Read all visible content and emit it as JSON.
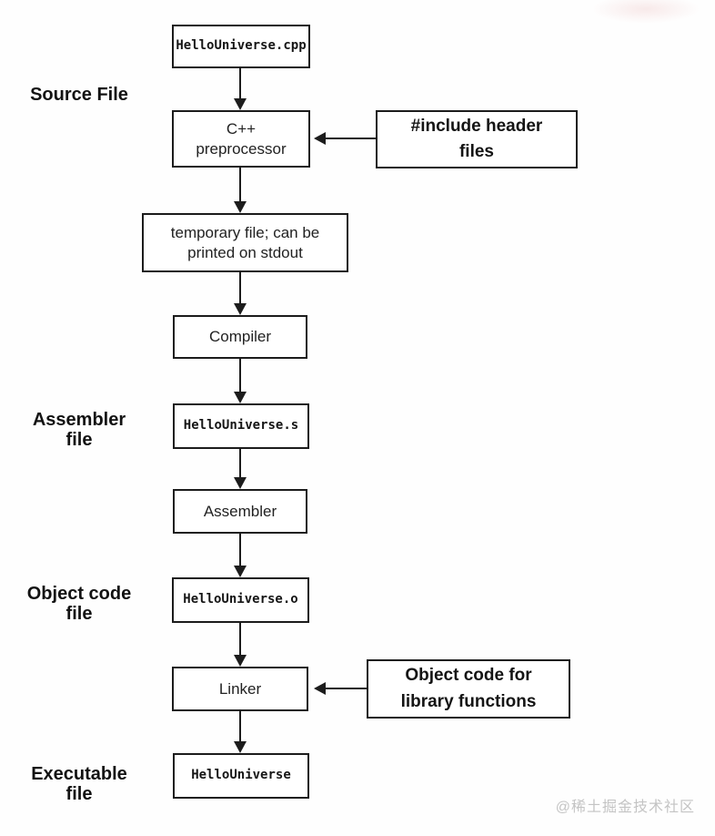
{
  "diagram": {
    "nodes": {
      "source_file": {
        "label": "HelloUniverse.cpp"
      },
      "preprocessor": {
        "label": "C++\npreprocessor"
      },
      "temp_file": {
        "label": "temporary file; can be\nprinted on stdout"
      },
      "compiler": {
        "label": "Compiler"
      },
      "assembler_file": {
        "label": "HelloUniverse.s"
      },
      "assembler": {
        "label": "Assembler"
      },
      "object_file": {
        "label": "HelloUniverse.o"
      },
      "linker": {
        "label": "Linker"
      },
      "executable": {
        "label": "HelloUniverse"
      }
    },
    "callouts": {
      "include_headers": {
        "label": "#include header\nfiles"
      },
      "library_objects": {
        "label": "Object code for\nlibrary functions"
      }
    },
    "side_labels": {
      "source": {
        "label": "Source File"
      },
      "assembler": {
        "label": "Assembler\nfile"
      },
      "object_code": {
        "label": "Object code\nfile"
      },
      "executable": {
        "label": "Executable\nfile"
      }
    },
    "watermark": "@稀土掘金技术社区",
    "colors": {
      "line": "#1c1c1c",
      "background": "#fefefe",
      "watermark_gray": "#c4c4c4"
    }
  }
}
